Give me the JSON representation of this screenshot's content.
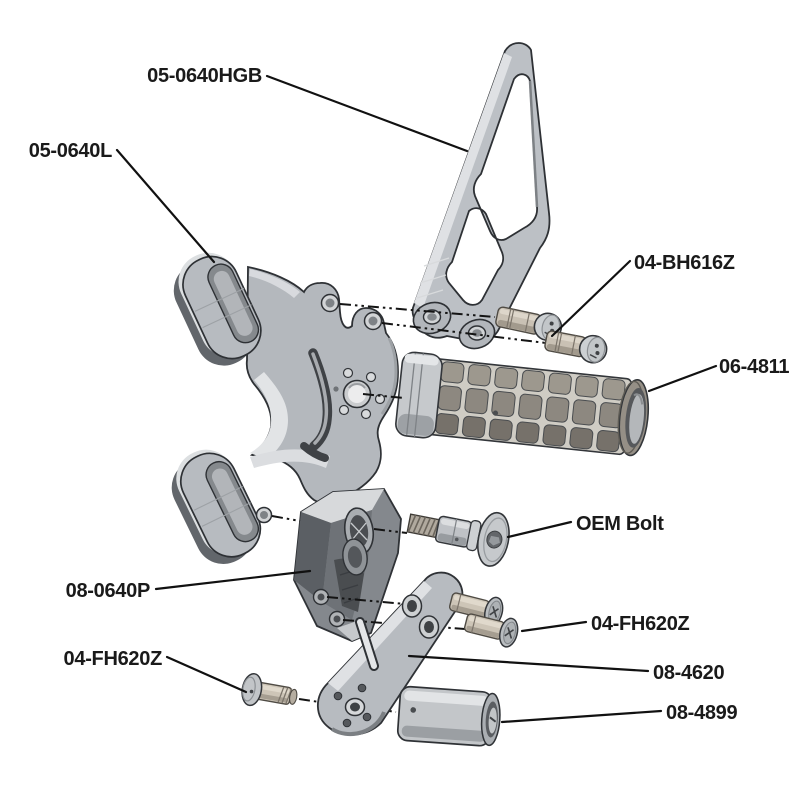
{
  "diagram": {
    "kind": "exploded-parts-diagram",
    "background_color": "#ffffff",
    "label_text_color": "#1a1a1a",
    "leader_line_color": "#111111",
    "centerline_color": "#141414",
    "part_gray": "#b7bbc0",
    "part_highlight": "#dfe1e4",
    "part_shadow": "#63666b",
    "hardware_tan": "#cdc5b7",
    "peg_rubber": "#8d8880"
  },
  "labels": [
    {
      "id": "hanger",
      "text": "05-0640HGB",
      "points_to": "heel-guard-hanger-bracket"
    },
    {
      "id": "bracket",
      "text": "05-0640L",
      "points_to": "main-rearset-bracket"
    },
    {
      "id": "button-bolts",
      "text": "04-BH616Z",
      "points_to": "button-head-bolts"
    },
    {
      "id": "footpeg",
      "text": "06-4811",
      "points_to": "knurled-footpeg"
    },
    {
      "id": "oem-bolt",
      "text": "OEM Bolt",
      "points_to": "oem-shoulder-bolt"
    },
    {
      "id": "toe-block",
      "text": "08-0640P",
      "points_to": "pedal-pivot-block"
    },
    {
      "id": "fh-screws-r",
      "text": "04-FH620Z",
      "points_to": "flat-head-screws-pair"
    },
    {
      "id": "arm",
      "text": "08-4620",
      "points_to": "pedal-arm-link"
    },
    {
      "id": "fh-screw-l",
      "text": "04-FH620Z",
      "points_to": "flat-head-screw-single"
    },
    {
      "id": "spacer",
      "text": "08-4899",
      "points_to": "spacer-sleeve"
    }
  ]
}
